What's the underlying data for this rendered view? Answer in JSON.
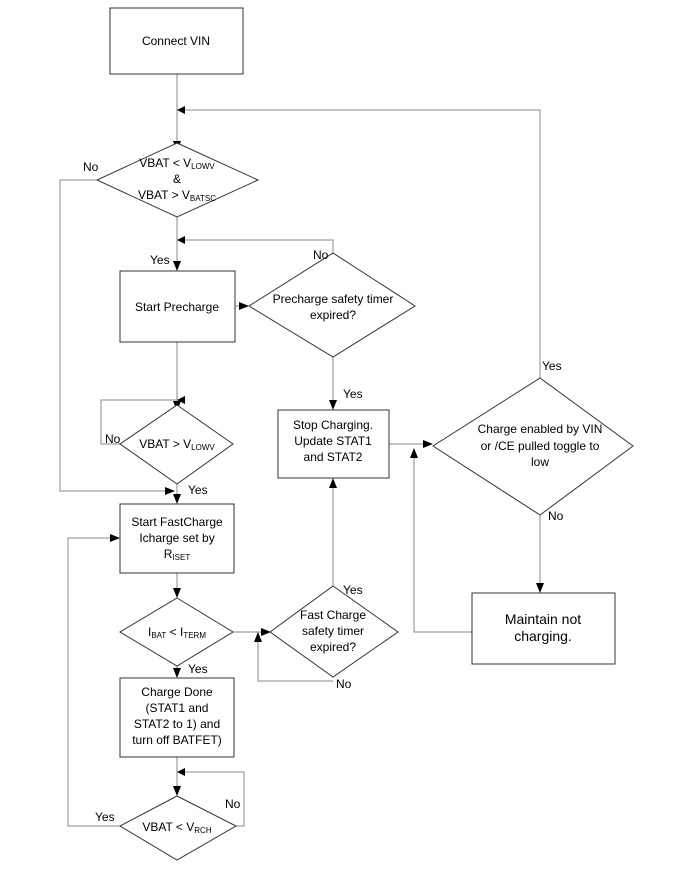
{
  "nodes": {
    "connect": {
      "line1": "Connect VIN"
    },
    "dec_vbat_lowv": {
      "vbat_a": "VBAT < V",
      "sub_a": "LOWV",
      "amp": "&",
      "vbat_b": "VBAT > V",
      "sub_b": "BATSC"
    },
    "precharge": {
      "line1": "Start Precharge"
    },
    "dec_precharge_timer": {
      "line1": "Precharge safety timer",
      "line2": "expired?"
    },
    "dec_vbat_gt_lowv": {
      "main": "VBAT > V",
      "sub": "LOWV"
    },
    "fastcharge": {
      "line1": "Start FastCharge",
      "line2": "Icharge set by",
      "line3_main": "R",
      "line3_sub": "ISET"
    },
    "dec_ibat": {
      "a_main": "I",
      "a_sub": "BAT",
      "mid": " < I",
      "b_sub": "TERM"
    },
    "dec_fast_timer": {
      "line1": "Fast Charge",
      "line2": "safety timer",
      "line3": "expired?"
    },
    "done": {
      "line1": "Charge Done",
      "line2": "(STAT1 and",
      "line3": "STAT2 to 1) and",
      "line4": "turn off BATFET)"
    },
    "dec_rch": {
      "main": "VBAT < V",
      "sub": "RCH"
    },
    "stop": {
      "line1": "Stop Charging.",
      "line2": "Update STAT1",
      "line3": "and STAT2"
    },
    "dec_enabled": {
      "line1": "Charge enabled by VIN",
      "line2": "or  /CE pulled toggle to",
      "line3": "low"
    },
    "maintain": {
      "line1": "Maintain not",
      "line2": "charging."
    }
  },
  "edge_labels": {
    "no_lowv": "No",
    "yes_lowv": "Yes",
    "no_precharge_timer": "No",
    "yes_precharge_timer": "Yes",
    "no_gt_lowv": "No",
    "yes_gt_lowv": "Yes",
    "yes_fast_timer": "Yes",
    "no_fast_timer": "No",
    "yes_ibat": "Yes",
    "no_rch": "No",
    "yes_rch": "Yes",
    "yes_enabled": "Yes",
    "no_enabled": "No"
  }
}
